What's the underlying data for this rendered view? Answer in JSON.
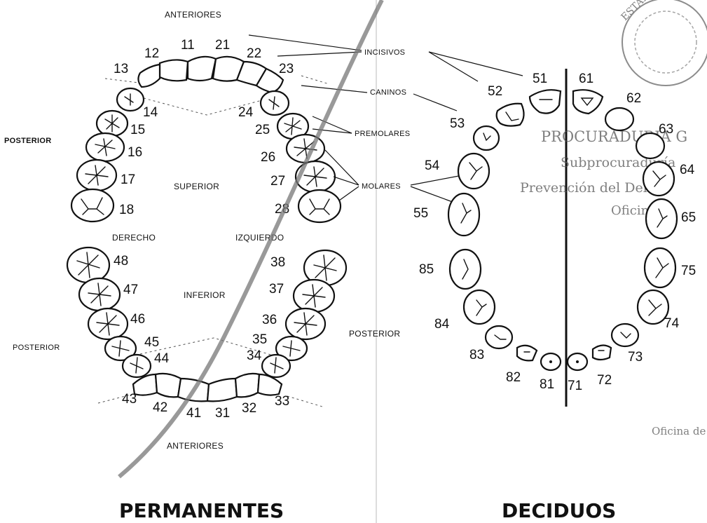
{
  "permanent": {
    "title": "PERMANENTES",
    "labels": {
      "anteriores_top": "ANTERIORES",
      "anteriores_bottom": "ANTERIORES",
      "posterior_left_upper": "POSTERIOR",
      "posterior_left_lower": "POSTERIOR",
      "posterior_right": "POSTERIOR",
      "superior": "SUPERIOR",
      "inferior": "INFERIOR",
      "derecho": "DERECHO",
      "izquierdo": "IZQUIERDO",
      "incisivos": "INCISIVOS",
      "caninos": "CANINOS",
      "premolares": "PREMOLARES",
      "molares": "MOLARES"
    },
    "teeth_upper": [
      "11",
      "12",
      "13",
      "14",
      "15",
      "16",
      "17",
      "18",
      "21",
      "22",
      "23",
      "24",
      "25",
      "26",
      "27",
      "28"
    ],
    "teeth_lower": [
      "31",
      "32",
      "33",
      "34",
      "35",
      "36",
      "37",
      "38",
      "41",
      "42",
      "43",
      "44",
      "45",
      "46",
      "47",
      "48"
    ]
  },
  "deciduous": {
    "title": "DECIDUOS",
    "teeth_upper": [
      "51",
      "52",
      "53",
      "54",
      "55",
      "61",
      "62",
      "63",
      "64",
      "65"
    ],
    "teeth_lower": [
      "71",
      "72",
      "73",
      "74",
      "75",
      "81",
      "82",
      "83",
      "84",
      "85"
    ]
  },
  "stamp": {
    "line1": "PROCURADURIA G",
    "line2": "Subprocuraduría",
    "line3": "Prevención del Deli",
    "line4": "Oficina",
    "seal_text": "ESTADOS",
    "footer": "Oficina de"
  }
}
